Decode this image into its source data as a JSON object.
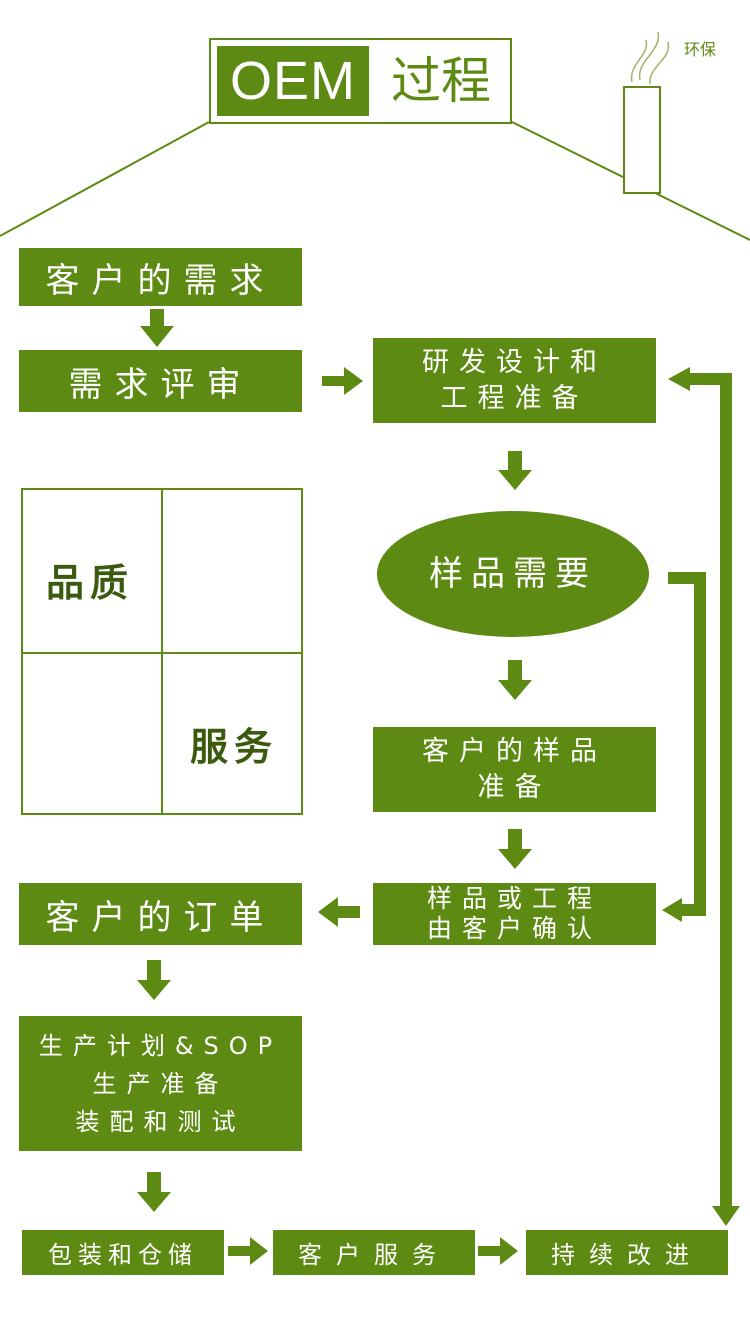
{
  "title": {
    "oem": "OEM",
    "process": "过程"
  },
  "chimney_label": "环保",
  "colors": {
    "primary": "#5c8a12",
    "text_on_primary": "#ffffff",
    "grid_text": "#3b5a0e"
  },
  "steps": {
    "customer_needs": "客户的需求",
    "needs_review": "需求评审",
    "rd_line1": "研发设计和",
    "rd_line2": "工程准备",
    "sample_needed": "样品需要",
    "customer_sample_line1": "客户的样品",
    "customer_sample_line2": "准备",
    "confirm_line1": "样品或工程",
    "confirm_line2": "由客户确认",
    "customer_order": "客户的订单",
    "plan_line1": "生产计划&SOP",
    "plan_line2": "生产准备",
    "plan_line3": "装配和测试",
    "packaging": "包装和仓储",
    "customer_service": "客户服务",
    "continuous_improvement": "持续改进"
  },
  "quadrant": {
    "quality": "品质",
    "service": "服务"
  }
}
